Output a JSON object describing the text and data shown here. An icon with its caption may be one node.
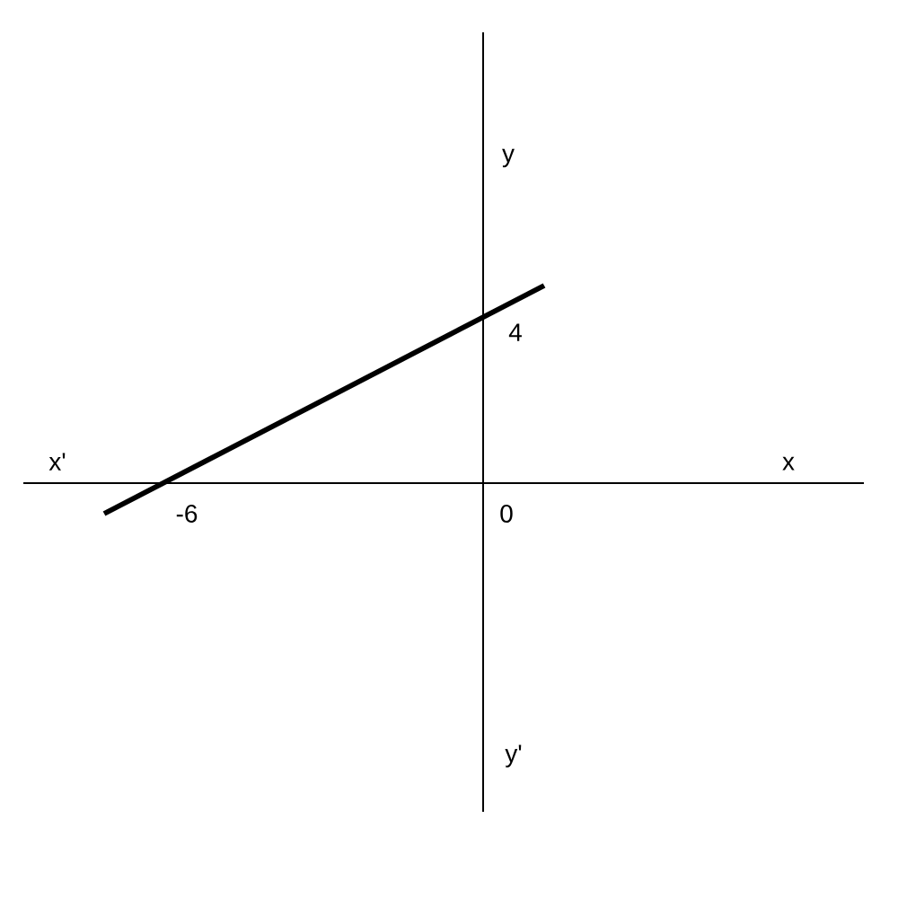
{
  "diagram": {
    "labels": [
      "y",
      "4",
      "x'",
      "x",
      "-6",
      "0",
      "y'"
    ]
  }
}
